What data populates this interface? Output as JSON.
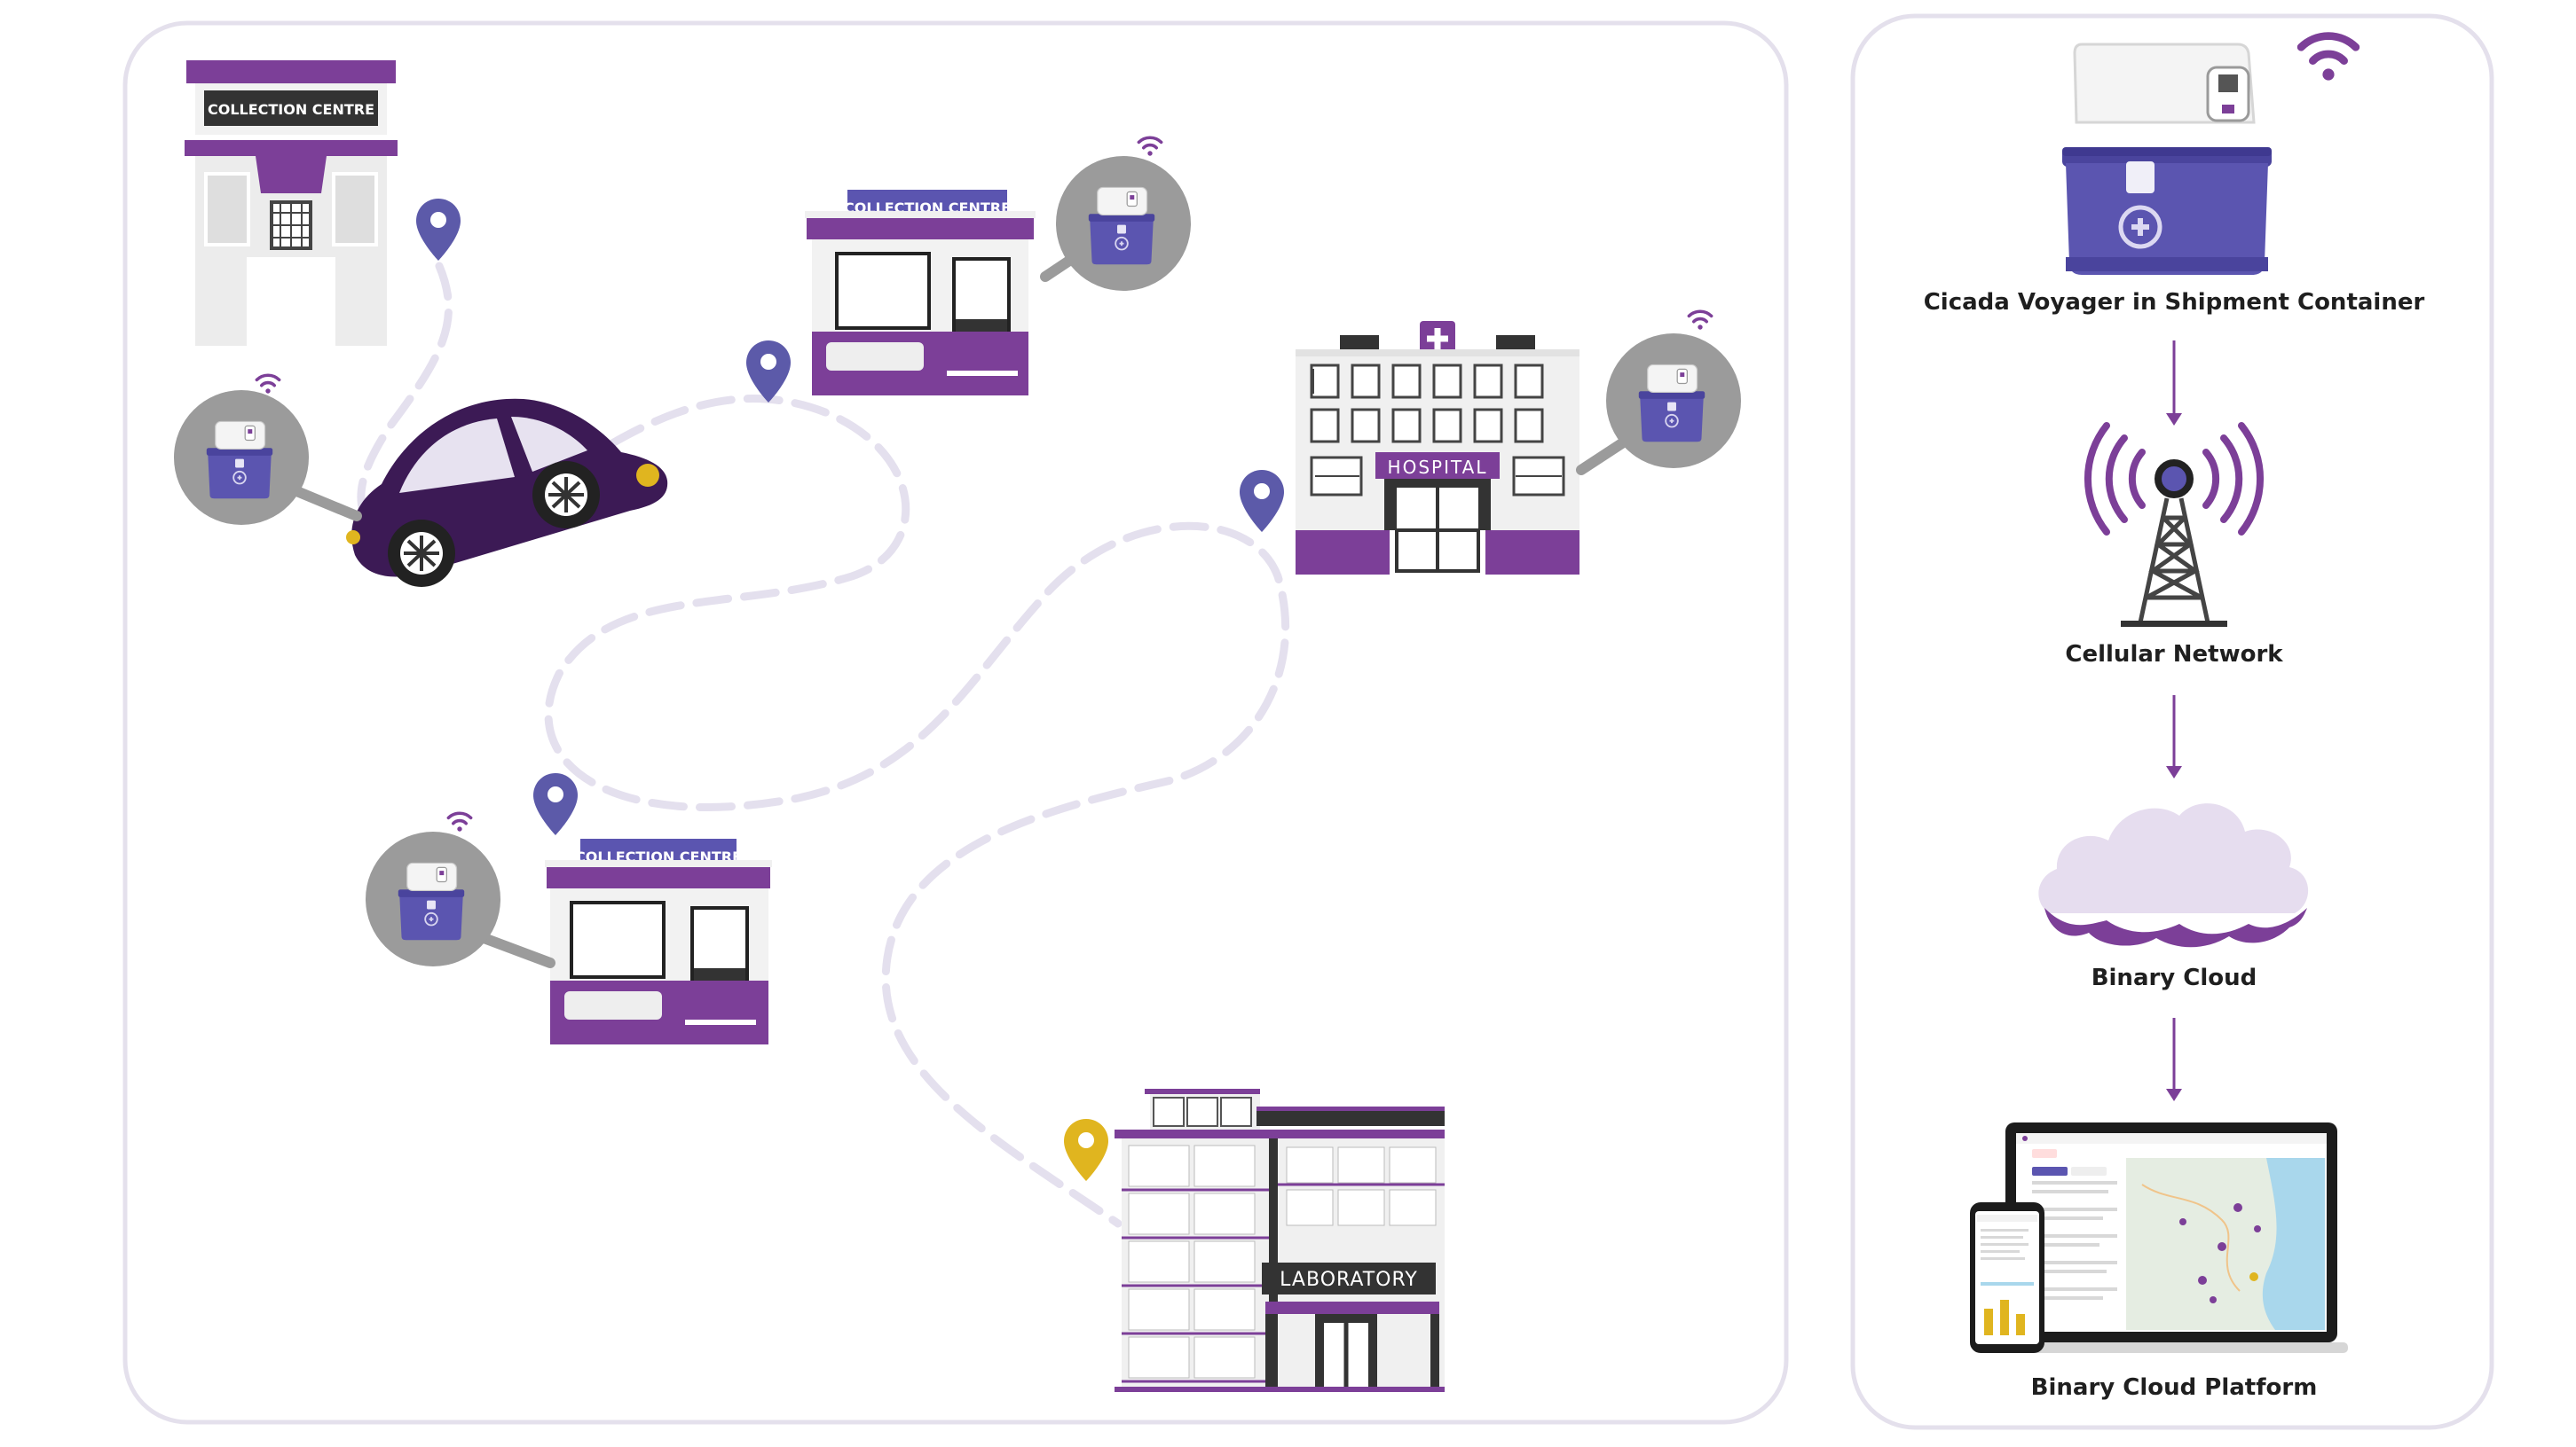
{
  "buildings": {
    "collection_centre_label": "COLLECTION CENTRE",
    "hospital_label": "HOSPITAL",
    "laboratory_label": "LABORATORY"
  },
  "flow": {
    "step1": "Cicada Voyager in Shipment Container",
    "step2": "Cellular Network",
    "step3": "Binary Cloud",
    "step4": "Binary Cloud Platform"
  },
  "colors": {
    "purple": "#7c3f98",
    "dark_purple": "#3c1a55",
    "indigo": "#5b55b0",
    "panel_border": "#e4e0ec",
    "pin_blue": "#5c5aa9",
    "pin_yellow": "#e0b51f",
    "route": "#e4e0ee",
    "bubble_grey": "#9b9b9b"
  }
}
